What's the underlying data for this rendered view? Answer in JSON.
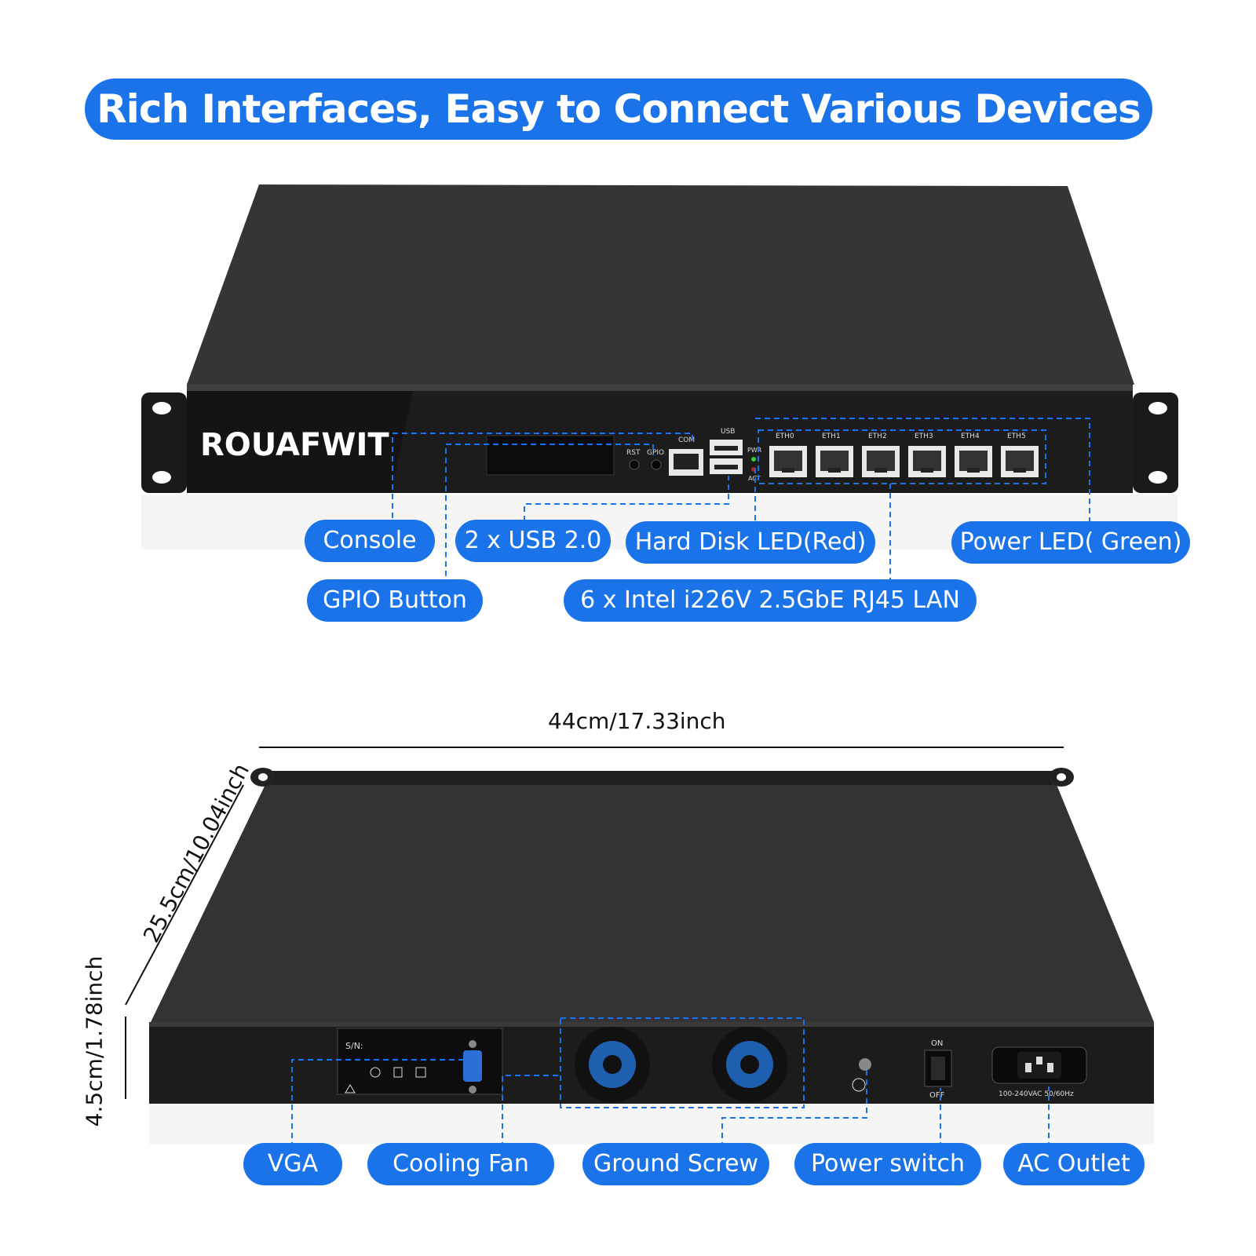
{
  "banner": {
    "title": "Rich Interfaces, Easy to Connect Various Devices"
  },
  "front": {
    "brand": "ROUAFWIT",
    "panel_labels": {
      "rst": "RST",
      "gpio": "GPIO",
      "com": "COM",
      "usb": "USB",
      "pwr": "PWR",
      "act": "ACT"
    },
    "eth_ports": [
      "ETH0",
      "ETH1",
      "ETH2",
      "ETH3",
      "ETH4",
      "ETH5"
    ],
    "callouts": {
      "console": "Console",
      "usb": "2 x USB 2.0",
      "hdd_led": "Hard Disk LED(Red)",
      "power_led": "Power LED( Green)",
      "gpio": "GPIO Button",
      "lan": "6 x Intel i226V 2.5GbE RJ45 LAN"
    }
  },
  "dimensions": {
    "width": "44cm/17.33inch",
    "depth": "25.5cm/10.04inch",
    "height": "4.5cm/1.78inch"
  },
  "rear": {
    "sn_label": "S/N:",
    "switch_on": "ON",
    "switch_off": "OFF",
    "ac_rating": "100-240VAC 50/60Hz",
    "callouts": {
      "vga": "VGA",
      "fan": "Cooling Fan",
      "ground": "Ground Screw",
      "power_switch": "Power switch",
      "ac": "AC Outlet"
    }
  },
  "colors": {
    "accent": "#1a73e8",
    "chassis": "#2b2b2b",
    "chassis_top": "#363636"
  }
}
